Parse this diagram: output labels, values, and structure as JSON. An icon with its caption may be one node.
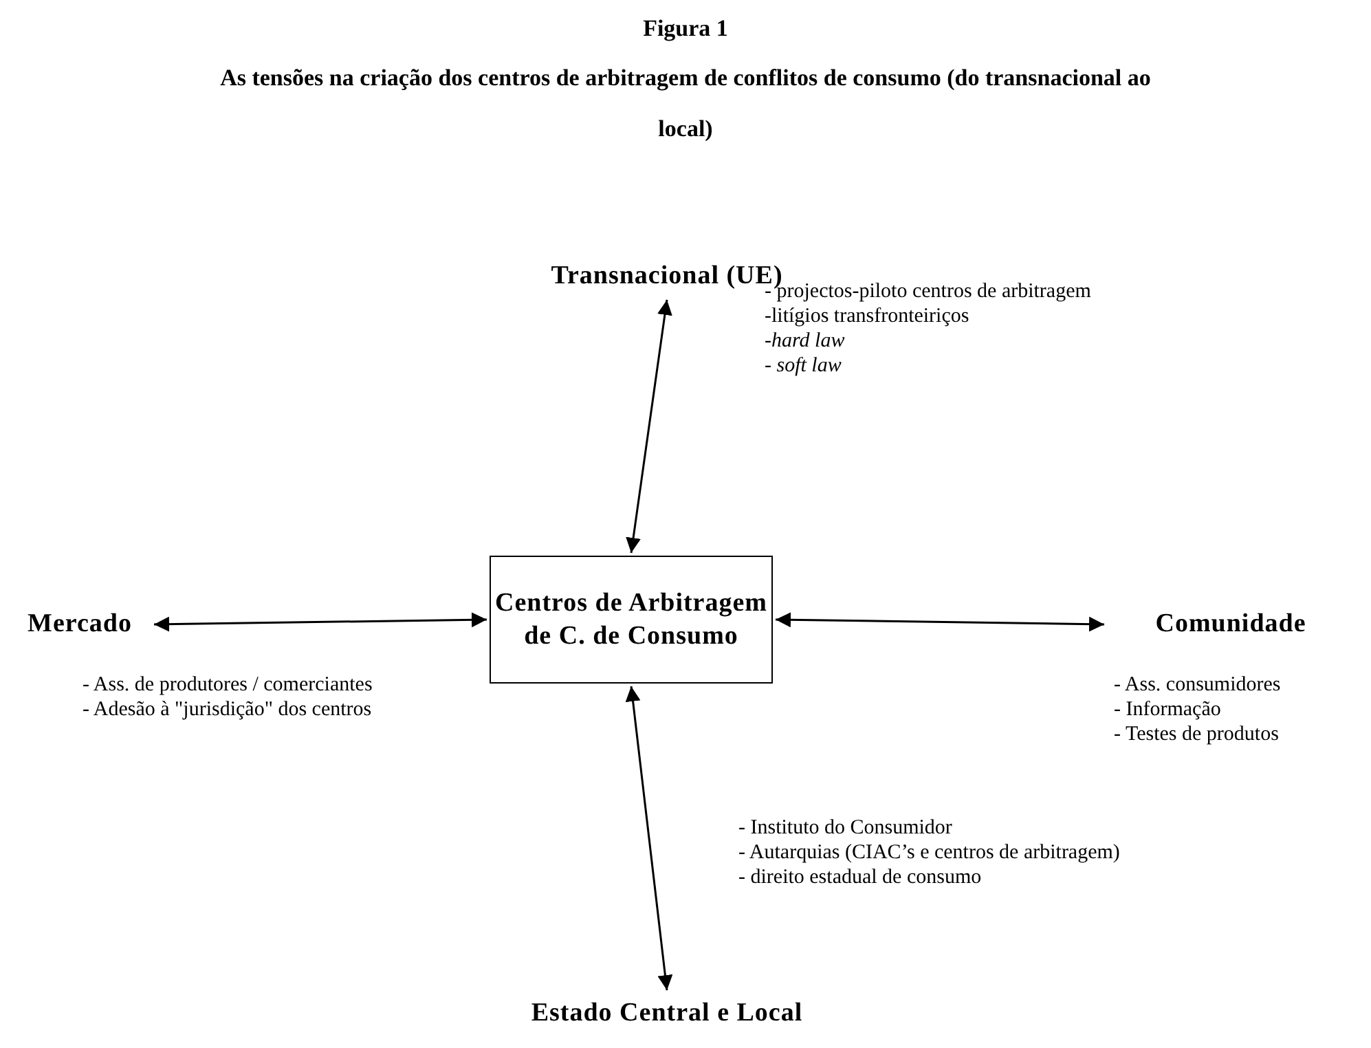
{
  "diagram": {
    "title": "As tensões na criação dos centros de arbitragem de conflitos de consumo (do transnacional ao local)",
    "labels": [
      "Figura 1"
    ],
    "nodes": [
      {
        "text": [
          "Centros de Arbitragem de C. de Consumo"
        ]
      },
      {
        "text": [
          "Transnacional (UE)"
        ],
        "beside": [
          "- projectos-piloto centros de arbitragem",
          "-litígios transfronteiriços",
          "-*hard law*",
          "- *soft law*"
        ]
      },
      {
        "text": [
          "Mercado"
        ],
        "beside": [
          "- Ass. de produtores / comerciantes",
          "- Adesão à \"jurisdição\" dos centros"
        ]
      },
      {
        "text": [
          "Comunidade"
        ],
        "beside": [
          "- Ass. consumidores",
          "- Informação",
          "- Testes de produtos"
        ]
      },
      {
        "text": [
          "Estado Central e Local"
        ],
        "beside": [
          "- Instituto do Consumidor",
          "- Autarquias (CIAC’s e centros de arbitragem)",
          "- direito estadual de consumo"
        ]
      }
    ],
    "edges": [
      {
        "from": 0,
        "to": 1,
        "arrow": "both"
      },
      {
        "from": 2,
        "to": 0,
        "arrow": "both"
      },
      {
        "from": 0,
        "to": 3,
        "arrow": "both"
      },
      {
        "from": 0,
        "to": 4,
        "arrow": "both"
      }
    ]
  }
}
